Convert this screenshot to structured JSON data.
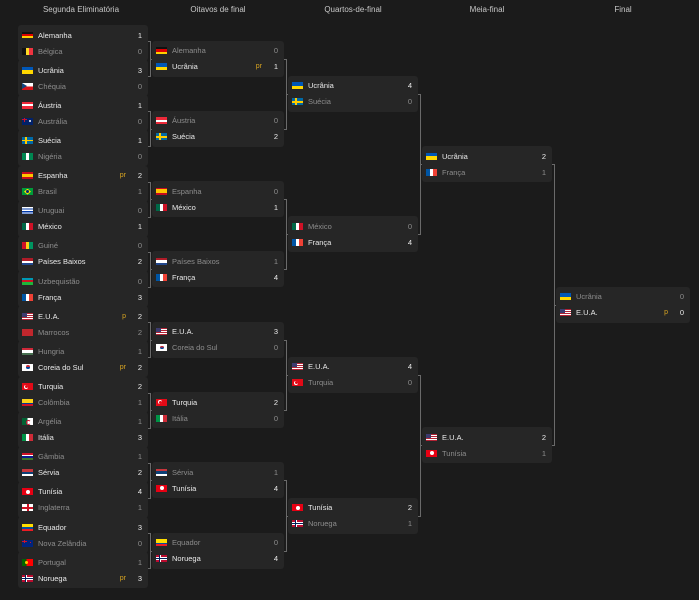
{
  "columns": [
    "Segunda Eliminatória",
    "Oitavos de final",
    "Quartos-de-final",
    "Meia-final",
    "Final"
  ],
  "pen_label": "pr",
  "rounds": [
    [
      [
        {
          "name": "Alemanha",
          "flag": "de",
          "score": "1",
          "pen": "",
          "win": true
        },
        {
          "name": "Bélgica",
          "flag": "be",
          "score": "0",
          "pen": "",
          "win": false
        }
      ],
      [
        {
          "name": "Ucrânia",
          "flag": "ua",
          "score": "3",
          "pen": "",
          "win": true
        },
        {
          "name": "Chéquia",
          "flag": "cz",
          "score": "0",
          "pen": "",
          "win": false
        }
      ],
      [
        {
          "name": "Áustria",
          "flag": "at",
          "score": "1",
          "pen": "",
          "win": true
        },
        {
          "name": "Austrália",
          "flag": "au",
          "score": "0",
          "pen": "",
          "win": false
        }
      ],
      [
        {
          "name": "Suécia",
          "flag": "se",
          "score": "1",
          "pen": "",
          "win": true
        },
        {
          "name": "Nigéria",
          "flag": "ng",
          "score": "0",
          "pen": "",
          "win": false
        }
      ],
      [
        {
          "name": "Espanha",
          "flag": "es",
          "score": "2",
          "pen": "pr",
          "win": true
        },
        {
          "name": "Brasil",
          "flag": "br",
          "score": "1",
          "pen": "",
          "win": false
        }
      ],
      [
        {
          "name": "Uruguai",
          "flag": "uy",
          "score": "0",
          "pen": "",
          "win": false
        },
        {
          "name": "México",
          "flag": "mx",
          "score": "1",
          "pen": "",
          "win": true
        }
      ],
      [
        {
          "name": "Guiné",
          "flag": "gn",
          "score": "0",
          "pen": "",
          "win": false
        },
        {
          "name": "Países Baixos",
          "flag": "nl",
          "score": "2",
          "pen": "",
          "win": true
        }
      ],
      [
        {
          "name": "Uzbequistão",
          "flag": "uz",
          "score": "0",
          "pen": "",
          "win": false
        },
        {
          "name": "França",
          "flag": "fr",
          "score": "3",
          "pen": "",
          "win": true
        }
      ],
      [
        {
          "name": "E.U.A.",
          "flag": "us",
          "score": "2",
          "pen": "p",
          "win": true
        },
        {
          "name": "Marrocos",
          "flag": "ma",
          "score": "2",
          "pen": "",
          "win": false
        }
      ],
      [
        {
          "name": "Hungria",
          "flag": "hu",
          "score": "1",
          "pen": "",
          "win": false
        },
        {
          "name": "Coreia do Sul",
          "flag": "kr",
          "score": "2",
          "pen": "pr",
          "win": true
        }
      ],
      [
        {
          "name": "Turquia",
          "flag": "tr",
          "score": "2",
          "pen": "",
          "win": true
        },
        {
          "name": "Colômbia",
          "flag": "co",
          "score": "1",
          "pen": "",
          "win": false
        }
      ],
      [
        {
          "name": "Argélia",
          "flag": "dz",
          "score": "1",
          "pen": "",
          "win": false
        },
        {
          "name": "Itália",
          "flag": "it",
          "score": "3",
          "pen": "",
          "win": true
        }
      ],
      [
        {
          "name": "Gâmbia",
          "flag": "gm",
          "score": "1",
          "pen": "",
          "win": false
        },
        {
          "name": "Sérvia",
          "flag": "rs",
          "score": "2",
          "pen": "",
          "win": true
        }
      ],
      [
        {
          "name": "Tunísia",
          "flag": "tn",
          "score": "4",
          "pen": "",
          "win": true
        },
        {
          "name": "Inglaterra",
          "flag": "en",
          "score": "1",
          "pen": "",
          "win": false
        }
      ],
      [
        {
          "name": "Equador",
          "flag": "ec",
          "score": "3",
          "pen": "",
          "win": true
        },
        {
          "name": "Nova Zelândia",
          "flag": "nz",
          "score": "0",
          "pen": "",
          "win": false
        }
      ],
      [
        {
          "name": "Portugal",
          "flag": "pt",
          "score": "1",
          "pen": "",
          "win": false
        },
        {
          "name": "Noruega",
          "flag": "no",
          "score": "3",
          "pen": "pr",
          "win": true
        }
      ]
    ],
    [
      [
        {
          "name": "Alemanha",
          "flag": "de",
          "score": "0",
          "pen": "",
          "win": false
        },
        {
          "name": "Ucrânia",
          "flag": "ua",
          "score": "1",
          "pen": "pr",
          "win": true
        }
      ],
      [
        {
          "name": "Áustria",
          "flag": "at",
          "score": "0",
          "pen": "",
          "win": false
        },
        {
          "name": "Suécia",
          "flag": "se",
          "score": "2",
          "pen": "",
          "win": true
        }
      ],
      [
        {
          "name": "Espanha",
          "flag": "es",
          "score": "0",
          "pen": "",
          "win": false
        },
        {
          "name": "México",
          "flag": "mx",
          "score": "1",
          "pen": "",
          "win": true
        }
      ],
      [
        {
          "name": "Países Baixos",
          "flag": "nl",
          "score": "1",
          "pen": "",
          "win": false
        },
        {
          "name": "França",
          "flag": "fr",
          "score": "4",
          "pen": "",
          "win": true
        }
      ],
      [
        {
          "name": "E.U.A.",
          "flag": "us",
          "score": "3",
          "pen": "",
          "win": true
        },
        {
          "name": "Coreia do Sul",
          "flag": "kr",
          "score": "0",
          "pen": "",
          "win": false
        }
      ],
      [
        {
          "name": "Turquia",
          "flag": "tr",
          "score": "2",
          "pen": "",
          "win": true
        },
        {
          "name": "Itália",
          "flag": "it",
          "score": "0",
          "pen": "",
          "win": false
        }
      ],
      [
        {
          "name": "Sérvia",
          "flag": "rs",
          "score": "1",
          "pen": "",
          "win": false
        },
        {
          "name": "Tunísia",
          "flag": "tn",
          "score": "4",
          "pen": "",
          "win": true
        }
      ],
      [
        {
          "name": "Equador",
          "flag": "ec",
          "score": "0",
          "pen": "",
          "win": false
        },
        {
          "name": "Noruega",
          "flag": "no",
          "score": "4",
          "pen": "",
          "win": true
        }
      ]
    ],
    [
      [
        {
          "name": "Ucrânia",
          "flag": "ua",
          "score": "4",
          "pen": "",
          "win": true
        },
        {
          "name": "Suécia",
          "flag": "se",
          "score": "0",
          "pen": "",
          "win": false
        }
      ],
      [
        {
          "name": "México",
          "flag": "mx",
          "score": "0",
          "pen": "",
          "win": false
        },
        {
          "name": "França",
          "flag": "fr",
          "score": "4",
          "pen": "",
          "win": true
        }
      ],
      [
        {
          "name": "E.U.A.",
          "flag": "us",
          "score": "4",
          "pen": "",
          "win": true
        },
        {
          "name": "Turquia",
          "flag": "tr",
          "score": "0",
          "pen": "",
          "win": false
        }
      ],
      [
        {
          "name": "Tunísia",
          "flag": "tn",
          "score": "2",
          "pen": "",
          "win": true
        },
        {
          "name": "Noruega",
          "flag": "no",
          "score": "1",
          "pen": "",
          "win": false
        }
      ]
    ],
    [
      [
        {
          "name": "Ucrânia",
          "flag": "ua",
          "score": "2",
          "pen": "",
          "win": true
        },
        {
          "name": "França",
          "flag": "fr",
          "score": "1",
          "pen": "",
          "win": false
        }
      ],
      [
        {
          "name": "E.U.A.",
          "flag": "us",
          "score": "2",
          "pen": "",
          "win": true
        },
        {
          "name": "Tunísia",
          "flag": "tn",
          "score": "1",
          "pen": "",
          "win": false
        }
      ]
    ],
    [
      [
        {
          "name": "Ucrânia",
          "flag": "ua",
          "score": "0",
          "pen": "",
          "win": false
        },
        {
          "name": "E.U.A.",
          "flag": "us",
          "score": "0",
          "pen": "p",
          "win": true
        }
      ]
    ]
  ],
  "colors": {
    "background": "#1b1b1b",
    "panel": "#262626",
    "winner_text": "#eaeaea",
    "loser_text": "#8d8d8d",
    "penalty": "#d6a321",
    "connector": "#6a6a6a"
  }
}
